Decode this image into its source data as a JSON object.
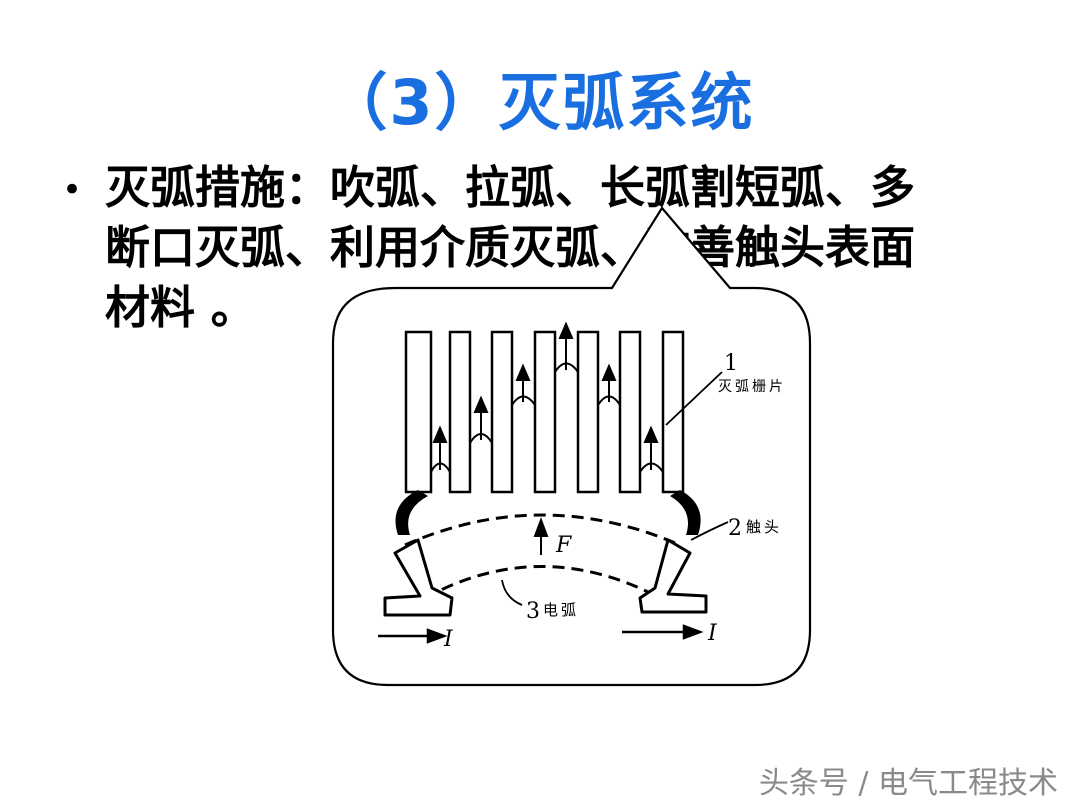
{
  "title": "（3）灭弧系统",
  "bullet": {
    "line1": "灭弧措施：吹弧、拉弧、长弧割短弧、多",
    "line2": "断口灭弧、利用介质灭弧、改善触头表面",
    "line3": "材料 。"
  },
  "diagram": {
    "label1_num": "1",
    "label1_text": "灭弧栅片",
    "label2_num": "2",
    "label2_text": "触头",
    "label3_num": "3",
    "label3_text": "电弧",
    "force": "F",
    "current_left": "I",
    "current_right": "I"
  },
  "watermark": "头条号 / 电气工程技术"
}
